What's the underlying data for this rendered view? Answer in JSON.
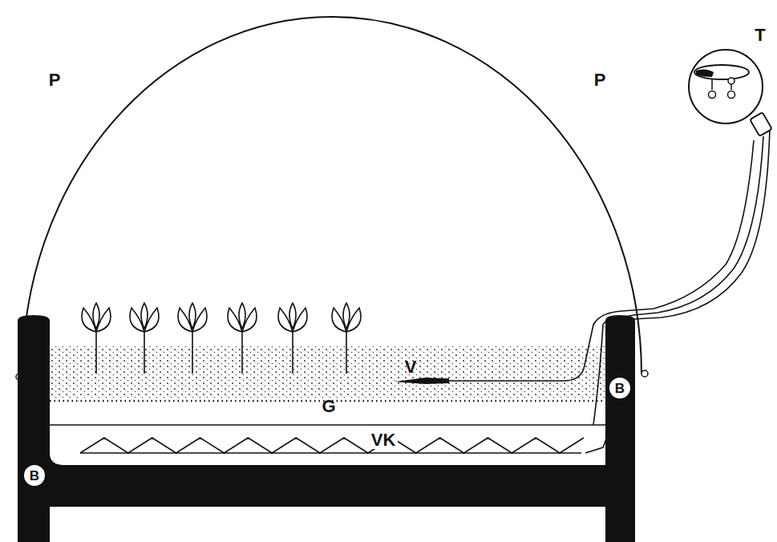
{
  "diagram": {
    "nodes": [
      {
        "text": [
          "B"
        ]
      },
      {
        "text": [
          "B"
        ]
      }
    ],
    "edges": [],
    "labels": [
      "P",
      "P",
      "T",
      "V",
      "G",
      "VK"
    ]
  }
}
